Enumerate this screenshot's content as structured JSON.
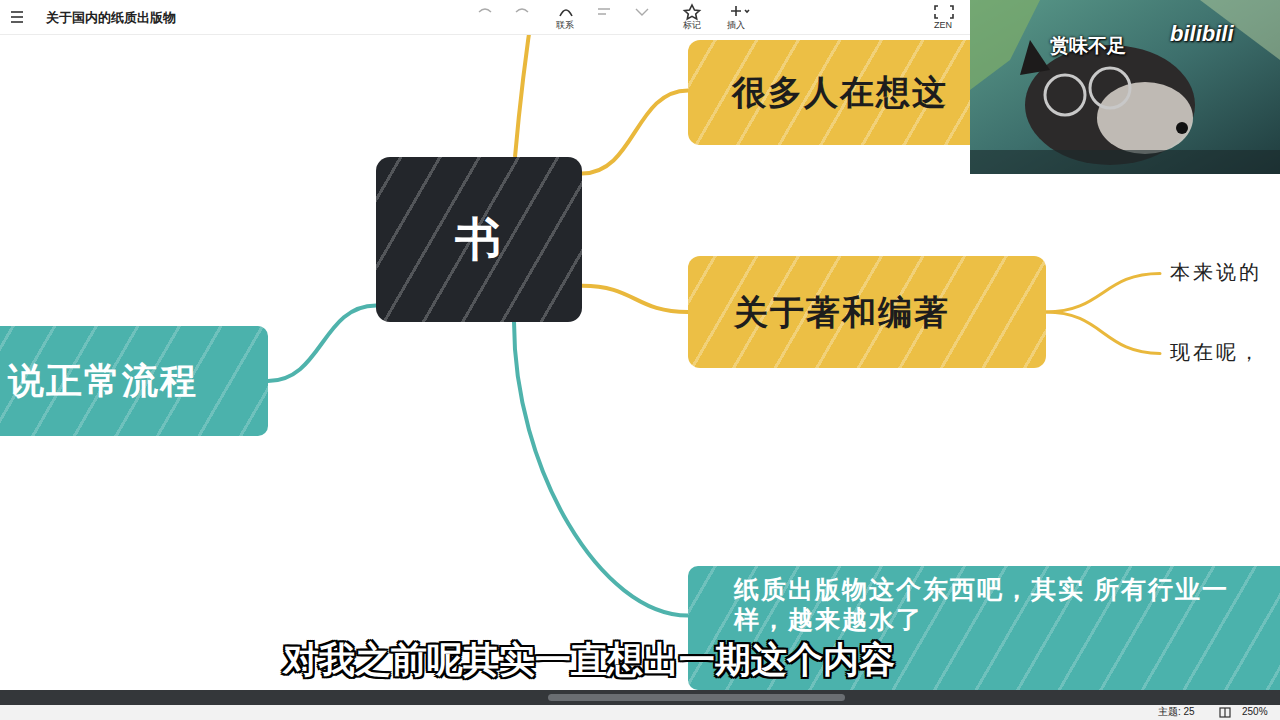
{
  "diagram": {
    "title": "关于国内的纸质出版物",
    "nodes": [
      {
        "text": [
          "书"
        ]
      },
      {
        "text": [
          "很多人在想这"
        ]
      },
      {
        "text": [
          "关于著和编著"
        ]
      },
      {
        "text": [
          "本来说的"
        ]
      },
      {
        "text": [
          "现在呢，"
        ]
      },
      {
        "text": [
          "说正常流程"
        ]
      },
      {
        "text": [
          "纸质出版物这个东西吧，其实 所有行业一样，越来越水了"
        ]
      }
    ],
    "edges": [
      {
        "from": 0,
        "to": 1,
        "arrow": "none"
      },
      {
        "from": 0,
        "to": 2,
        "arrow": "none"
      },
      {
        "from": 2,
        "to": 3,
        "arrow": "none"
      },
      {
        "from": 2,
        "to": 4,
        "arrow": "none"
      },
      {
        "from": 0,
        "to": 5,
        "arrow": "none"
      },
      {
        "from": 0,
        "to": 6,
        "arrow": "none"
      }
    ],
    "labels": [
      "联系",
      "标记",
      "插入",
      "ZEN",
      "赏味不足",
      "bilibili",
      "对我之前呢其实一直想出一期这个内容",
      "主题: 25",
      "250%"
    ]
  }
}
